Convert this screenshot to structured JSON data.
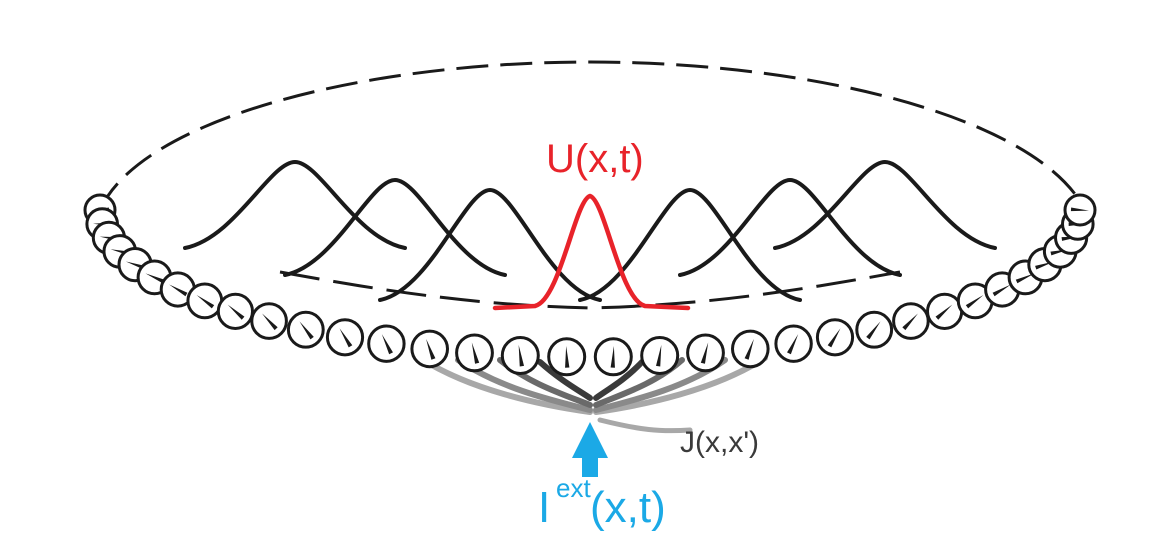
{
  "labels": {
    "activity": "U(x,t)",
    "coupling": "J(x,x')",
    "input_main": "I",
    "input_sup": "ext",
    "input_args": "(x,t)"
  },
  "colors": {
    "activity_curve": "#e8232a",
    "input_arrow": "#1ba9e6",
    "neuron_ring": "#1a1a1a",
    "other_curves": "#1a1a1a",
    "coupling_strong": "#3a3a3a",
    "coupling_weak": "#a8a8a8"
  },
  "ring": {
    "neuron_count": 34,
    "active_bump_index": 0,
    "bump_count": 7
  },
  "icons": {
    "neuron": "neuron-circle-icon",
    "input": "arrow-up-icon"
  }
}
